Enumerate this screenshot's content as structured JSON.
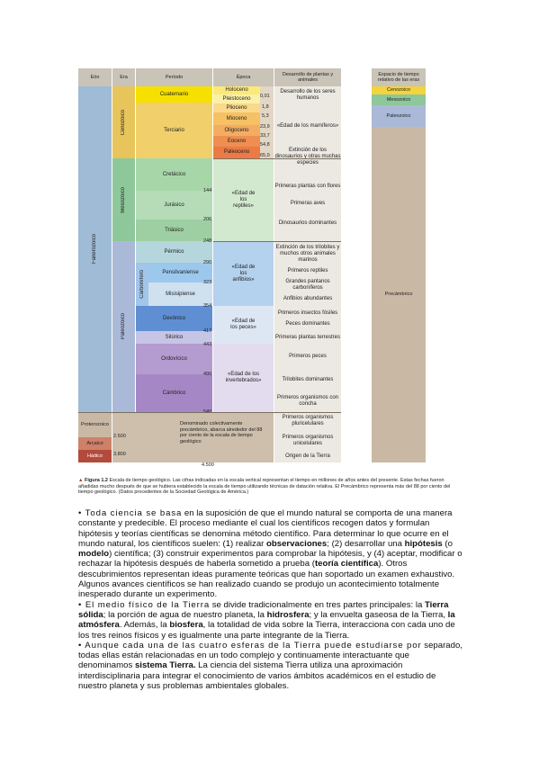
{
  "header": {
    "eon": "Eón",
    "era": "Era",
    "period": "Período",
    "epoch": "Época",
    "dev": "Desarrollo de plantas y animales",
    "space": "Espacio de tiempo relativo de las eras"
  },
  "eons": {
    "fanerozoico": "Fanerozoico",
    "proterozoico": "Proterozoico",
    "arcaico": "Arcaico",
    "hadico": "Hádico"
  },
  "eras": {
    "cenozoico": "Cenozoico",
    "mesozoico": "Mesozoico",
    "paleozoico": "Paleozoico"
  },
  "periods": {
    "cuaternario": "Cuaternario",
    "terciario": "Terciario",
    "cretacico": "Cretácico",
    "jurasico": "Jurásico",
    "triasico": "Triásico",
    "permico": "Pérmico",
    "carbonifero": "Carbonífero",
    "pensilvaniense": "Pensilvaniense",
    "misisipiense": "Misisipiense",
    "devonico": "Devónico",
    "silurico": "Silúrico",
    "ordovicico": "Ordovícico",
    "cambrico": "Cámbrico"
  },
  "epochs": {
    "holoceno": "Holoceno",
    "pleistoceno": "Pleistoceno",
    "plioceno": "Plioceno",
    "mioceno": "Mioceno",
    "oligoceno": "Oligoceno",
    "eoceno": "Eoceno",
    "paleoceno": "Paleoceno"
  },
  "epoch_numbers": [
    "0,01",
    "1,8",
    "5,3",
    "23,9",
    "33,7",
    "54,8",
    "65,0"
  ],
  "age_numbers": [
    "144",
    "206",
    "248",
    "290",
    "323",
    "354",
    "417",
    "443",
    "490",
    "540"
  ],
  "precambrian_numbers": [
    "2.500",
    "3.800",
    "4.500"
  ],
  "ages_labels": {
    "mamiferos": "«Edad de los mamíferos»",
    "reptiles": "«Edad de los reptiles»",
    "anfibios": "«Edad de los anfibios»",
    "peces": "«Edad de los peces»",
    "invertebrados": "«Edad de los invertebrados»"
  },
  "precambrian_note": "Denominado colectivamente precámbrico, abarca alrededor del 88 por ciento de la escala de tiempo geológico",
  "developments": [
    "Desarrollo de los seres humanos",
    "Extinción de los dinosaurios y otras muchas especies",
    "Primeras plantas con flores",
    "Primeras aves",
    "Dinosaurios dominantes",
    "Extinción de los trilobites y muchos otros animales marinos",
    "Primeros reptiles",
    "Grandes pantanos carboníferos",
    "Anfibios abundantes",
    "Primeros insectos fósiles",
    "Peces dominantes",
    "Primeras plantas terrestres",
    "Primeros peces",
    "Trilobites dominantes",
    "Primeros organismos con concha",
    "Primeros organismos pluricelulares",
    "Primeros organismos unicelulares",
    "Origen de la Tierra"
  ],
  "relative": {
    "cenozoico": "Cenozoico",
    "mesozoico": "Mesozoico",
    "paleozoico": "Paleozoico",
    "precambrico": "Precámbrico"
  },
  "caption": {
    "label": "Figura 1.2",
    "text": " Escala de tiempo geológico. Las cifras indicadas en la escala vertical representan el tiempo en millones de años antes del presente. Estas fechas fueron añadidas mucho después de que se hubiera establecido la escala de tiempo utilizando técnicas de datación relativa. El Precámbrico representa más del 88 por ciento del tiempo geológico. (Datos procedentes de la Sociedad Geológica de América.)"
  },
  "text": {
    "p1_lead": "• Toda ciencia se basa",
    "p1_a": " en la suposición de que el mundo natural se comporta de una manera constante y predecible. El proceso mediante el cual los científicos recogen datos y formulan hipótesis y teorías científicas se denomina método científico. Para determinar lo que ocurre en el mundo natural, los científicos suelen: (1) realizar ",
    "p1_b1": "observaciones",
    "p1_c": "; (2) desarrollar una ",
    "p1_b2": "hipótesis",
    "p1_d": " (o ",
    "p1_b3": "modelo",
    "p1_e": ") científica; (3) construir experimentos para comprobar la hipótesis, y (4) aceptar, modificar o rechazar la hipótesis después de haberla sometido a prueba (",
    "p1_b4": "teoría científica",
    "p1_f": "). Otros descubrimientos representan ideas puramente teóricas que han soportado un examen exhaustivo. Algunos avances científicos se han realizado cuando se produjo un acontecimiento totalmente inesperado durante un experimento.",
    "p2_lead": "• El medio físico de la Tierra",
    "p2_a": " se divide tradicionalmente en tres partes principales: la ",
    "p2_b1": "Tierra sólida",
    "p2_c": "; la porción de agua de nuestro planeta, la ",
    "p2_b2": "hidrosfera",
    "p2_d": "; y la envuelta gaseosa de la Tierra, ",
    "p2_b3": "la atmósfera",
    "p2_e": ". Además, la ",
    "p2_b4": "biosfera",
    "p2_f": ", la totalidad de vida sobre la Tierra, interacciona con cada uno de los tres reinos físicos y es igualmente una parte integrante de la Tierra.",
    "p3_lead": "• Aunque cada una de las cuatro esferas de la Tierra puede estudiarse por",
    "p3_a": " separado, todas ellas están relacionadas en un todo complejo y continuamente interactuante que denominamos ",
    "p3_b1": "sistema Tierra.",
    "p3_c": " La ciencia del sistema Tierra utiliza una aproximación interdisciplinaria para integrar el conocimiento de varios ámbitos académicos en el estudio de nuestro planeta y sus problemas ambientales globales."
  }
}
